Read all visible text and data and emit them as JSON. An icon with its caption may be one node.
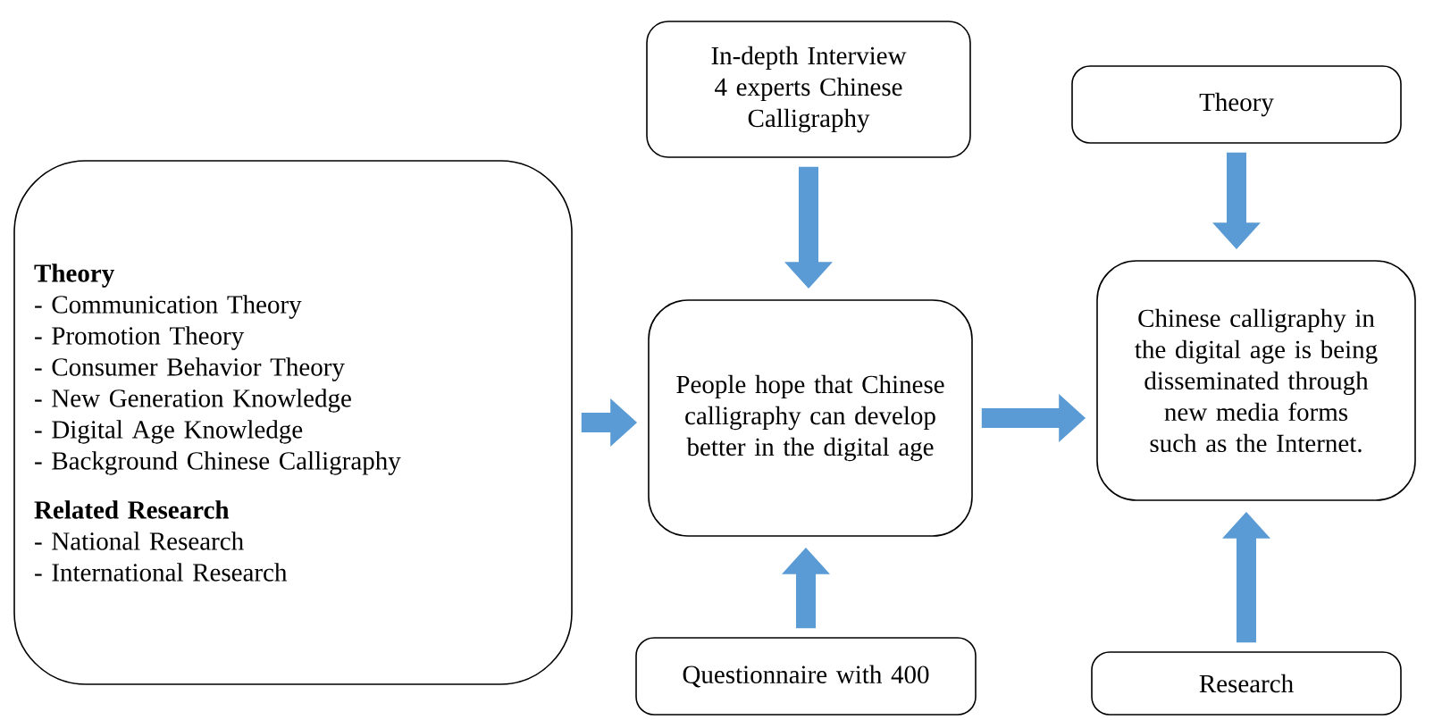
{
  "diagram": {
    "nodes": [
      {
        "text": [
          "Theory",
          "- Communication Theory",
          "- Promotion Theory",
          "- Consumer Behavior Theory",
          "- New Generation Knowledge",
          "- Digital Age Knowledge",
          "- Background Chinese Calligraphy",
          "Related Research",
          "- National Research",
          "- International Research"
        ]
      },
      {
        "text": [
          "In-depth Interview 4 experts Chinese Calligraphy"
        ]
      },
      {
        "text": [
          "People hope that Chinese calligraphy can develop better in the digital age"
        ]
      },
      {
        "text": [
          "Questionnaire with 400"
        ]
      },
      {
        "text": [
          "Theory"
        ]
      },
      {
        "text": [
          "Chinese calligraphy in the digital age is being disseminated through new media forms such as the Internet."
        ]
      },
      {
        "text": [
          "Research"
        ]
      }
    ],
    "edges": [
      {
        "from": 0,
        "to": 2,
        "arrow": "to"
      },
      {
        "from": 1,
        "to": 2,
        "arrow": "to"
      },
      {
        "from": 3,
        "to": 2,
        "arrow": "to"
      },
      {
        "from": 2,
        "to": 5,
        "arrow": "to"
      },
      {
        "from": 4,
        "to": 5,
        "arrow": "to"
      },
      {
        "from": 6,
        "to": 5,
        "arrow": "to"
      }
    ]
  }
}
